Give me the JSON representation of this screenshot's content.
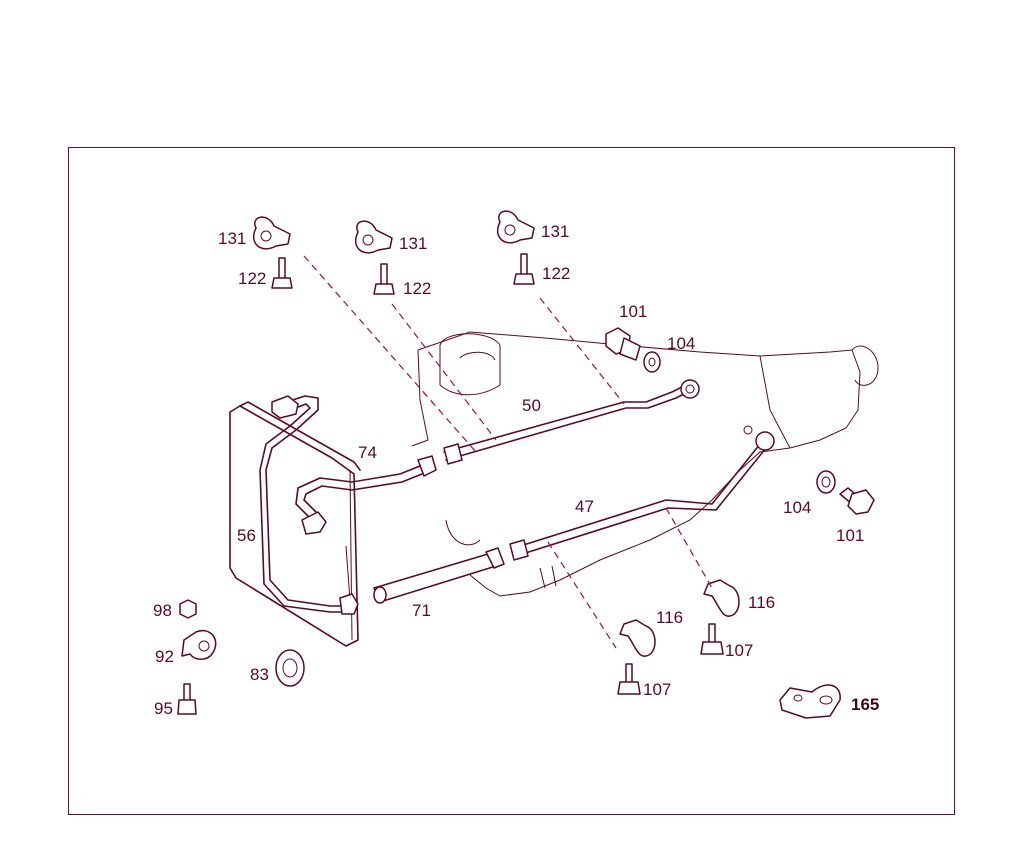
{
  "diagram": {
    "border_color": "#6b0f2a",
    "line_color": "#5a0a22",
    "leader_color": "#a0103a",
    "labels": {
      "p131a": "131",
      "p131b": "131",
      "p131c": "131",
      "p122a": "122",
      "p122b": "122",
      "p122c": "122",
      "p101a": "101",
      "p104a": "104",
      "p50": "50",
      "p74": "74",
      "p56": "56",
      "p47": "47",
      "p104b": "104",
      "p101b": "101",
      "p71": "71",
      "p116a": "116",
      "p116b": "116",
      "p107a": "107",
      "p107b": "107",
      "p98": "98",
      "p92": "92",
      "p83": "83",
      "p95": "95",
      "p165": "165"
    }
  }
}
